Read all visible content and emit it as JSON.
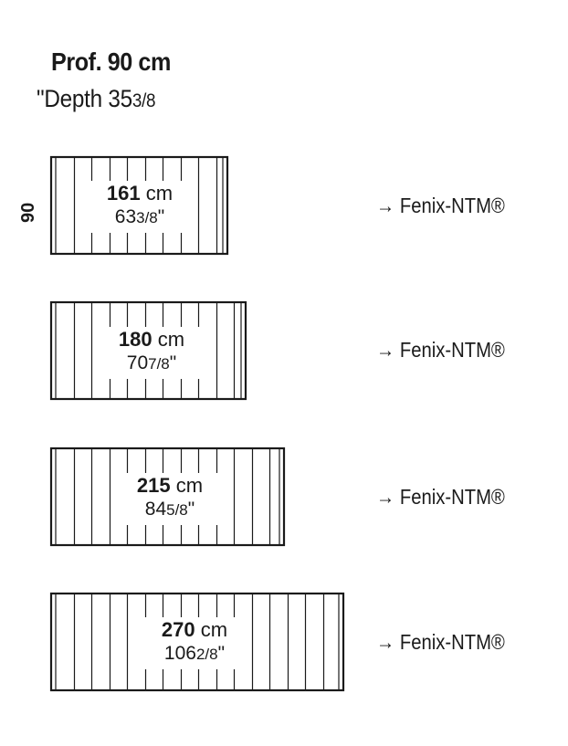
{
  "header": {
    "title": "Prof. 90 cm",
    "subtitle_prefix": "\"Depth 35",
    "subtitle_frac": "3/8"
  },
  "depth_label": "90",
  "tables": [
    {
      "cm_value": "161",
      "cm_unit": "cm",
      "in_whole": "63",
      "in_frac": "3/8",
      "in_mark": "\"",
      "finish_arrow": "→",
      "finish": "Fenix-NTM®"
    },
    {
      "cm_value": "180",
      "cm_unit": "cm",
      "in_whole": "70",
      "in_frac": "7/8",
      "in_mark": "\"",
      "finish_arrow": "→",
      "finish": "Fenix-NTM®"
    },
    {
      "cm_value": "215",
      "cm_unit": "cm",
      "in_whole": "84",
      "in_frac": "5/8",
      "in_mark": "\"",
      "finish_arrow": "→",
      "finish": "Fenix-NTM®"
    },
    {
      "cm_value": "270",
      "cm_unit": "cm",
      "in_whole": "106",
      "in_frac": "2/8",
      "in_mark": "\"",
      "finish_arrow": "→",
      "finish": "Fenix-NTM®"
    }
  ]
}
